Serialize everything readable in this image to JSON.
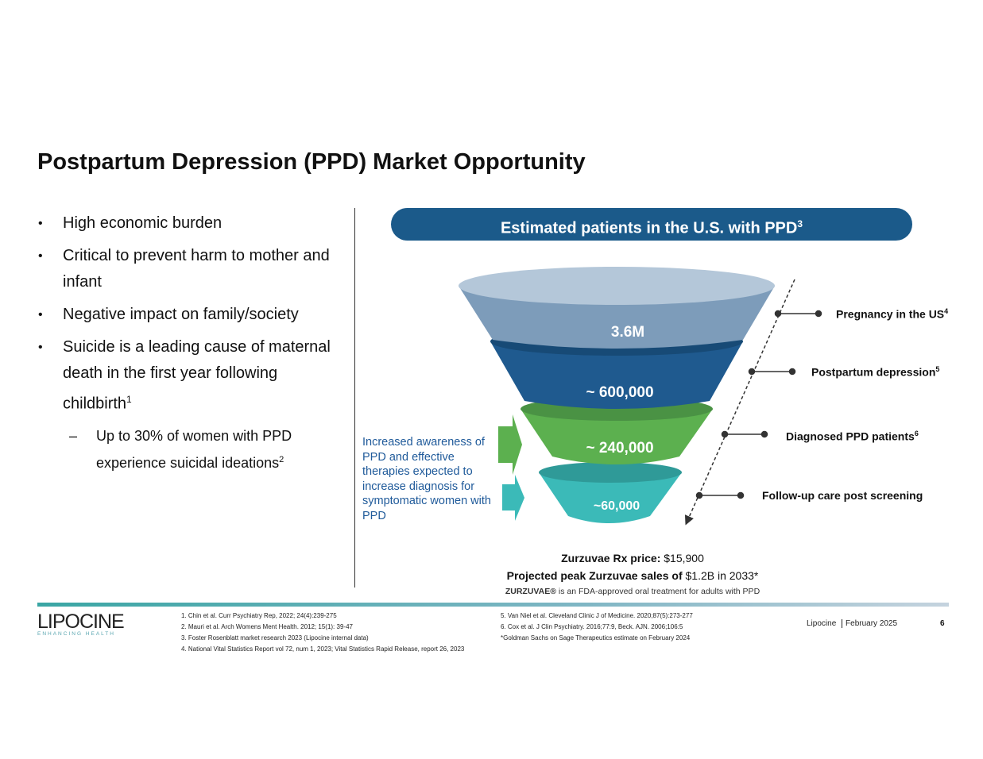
{
  "title": "Postpartum Depression (PPD) Market Opportunity",
  "bullets": [
    "High economic burden",
    "Critical to prevent harm to mother and infant",
    "Negative impact on family/society",
    "Suicide is a leading cause of maternal death in the first year following childbirth"
  ],
  "bullet4_sup": "1",
  "sub_bullet": "Up to 30% of women with PPD experience suicidal ideations",
  "sub_bullet_sup": "2",
  "header": {
    "text": "Estimated patients in the U.S. with PPD",
    "sup": "3"
  },
  "funnel": [
    {
      "value": "3.6M",
      "label": "Pregnancy in the US",
      "sup": "4"
    },
    {
      "value": "~ 600,000",
      "label": "Postpartum depression",
      "sup": "5"
    },
    {
      "value": "~ 240,000",
      "label": "Diagnosed PPD patients",
      "sup": "6"
    },
    {
      "value": "~60,000",
      "label": "Follow-up care post screening",
      "sup": ""
    }
  ],
  "awareness": "Increased awareness of PPD and effective therapies expected to increase diagnosis for symptomatic women with PPD",
  "price": {
    "label": "Zurzuvae Rx price:",
    "value": " $15,900"
  },
  "sales": {
    "label": "Projected peak Zurzuvae sales of",
    "value": " $1.2B in 2033*"
  },
  "approval": {
    "brand": "ZURZUVAE®",
    "text": " is an FDA-approved oral treatment for adults with PPD"
  },
  "logo": {
    "name": "LIPOCINE",
    "tagline": "ENHANCING HEALTH"
  },
  "footnotes_left": [
    "1.  Chin et al. Curr Psychiatry Rep, 2022; 24(4):239-275",
    "2.  Mauri et al. Arch Womens Ment Health. 2012; 15(1): 39-47",
    "3.  Foster Rosenblatt market research 2023 (Lipocine internal data)",
    "4.  National Vital Statistics Report vol 72, num 1, 2023; Vital Statistics Rapid Release, report 26, 2023"
  ],
  "footnotes_right": [
    "5.  Van Niel et al. Cleveland Clinic J of Medicine. 2020;87(5):273-277",
    "6.  Cox et al. J Clin Psychiatry. 2016;77:9, Beck. AJN. 2006;106:5",
    "*Goldman Sachs on Sage Therapeutics estimate on February 2024"
  ],
  "footer": {
    "company": "Lipocine",
    "date": "February 2025",
    "page": "6"
  }
}
